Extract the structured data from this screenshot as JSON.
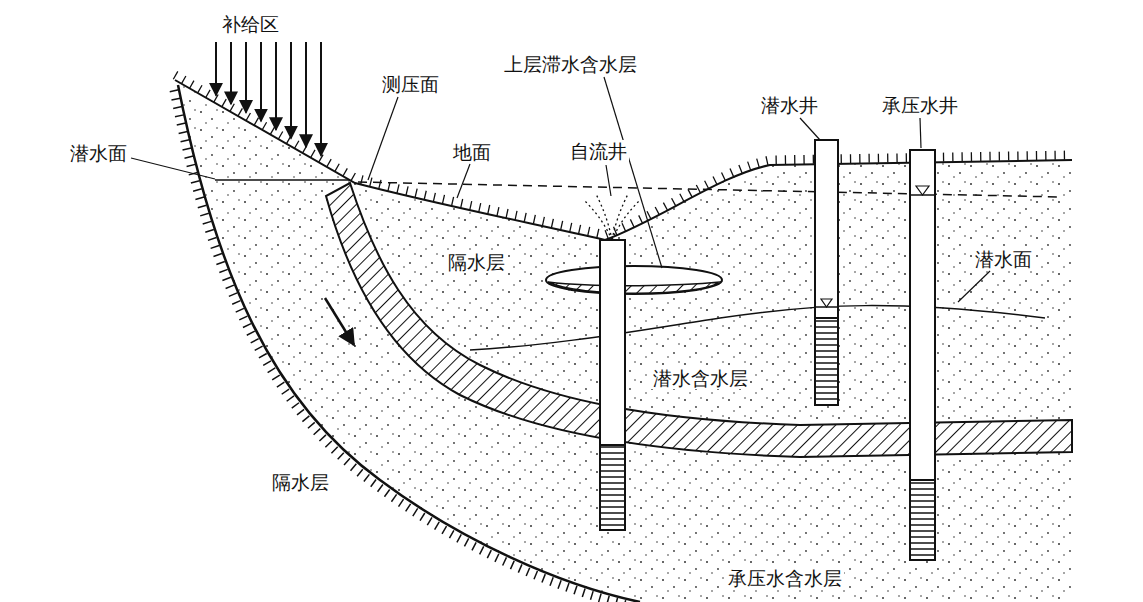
{
  "diagram": {
    "labels": [
      "补给区",
      "测压面",
      "上层滞水含水层",
      "潜水井",
      "承压水井",
      "潜水面",
      "地面",
      "自流井",
      "隔水层",
      "潜水面",
      "潜水含水层",
      "隔水层",
      "承压水含水层"
    ]
  }
}
